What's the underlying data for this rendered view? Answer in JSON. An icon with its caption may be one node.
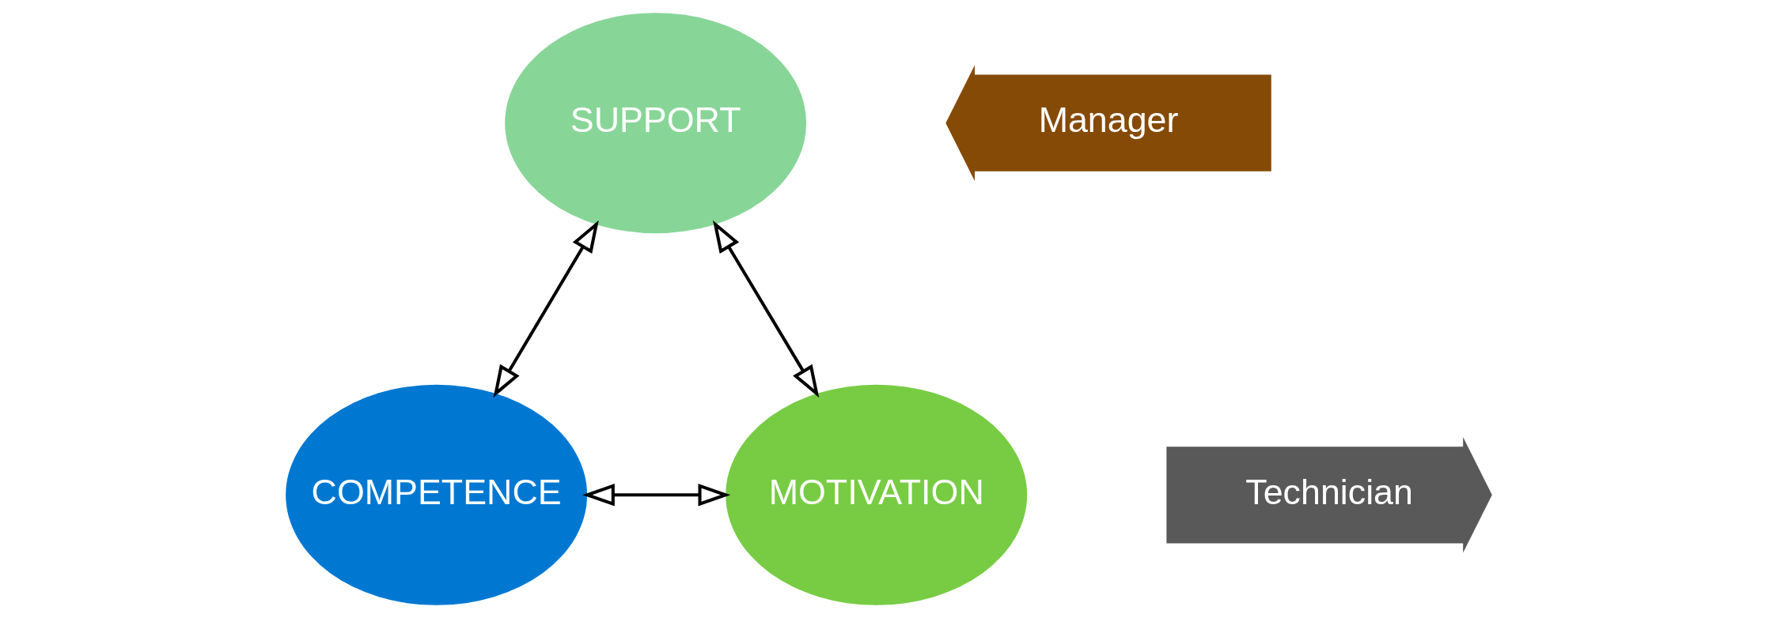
{
  "diagram": {
    "nodes": [
      {
        "text": [
          "SUPPORT"
        ]
      },
      {
        "text": [
          "Manager"
        ]
      },
      {
        "text": [
          "Technician"
        ]
      },
      {
        "text": [
          "COMPETENCE"
        ]
      },
      {
        "text": [
          "MOTIVATION"
        ]
      }
    ],
    "edges": [
      {
        "from": 0,
        "to": 3,
        "arrow": "both"
      },
      {
        "from": 0,
        "to": 4,
        "arrow": "both"
      },
      {
        "from": 3,
        "to": 4,
        "arrow": "both"
      }
    ]
  }
}
